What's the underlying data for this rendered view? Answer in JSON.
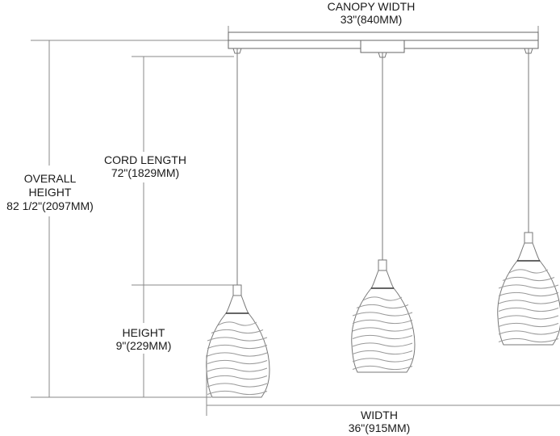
{
  "labels": {
    "canopy_width": {
      "title": "CANOPY WIDTH",
      "value": "33\"(840MM)"
    },
    "cord_length": {
      "title": "CORD LENGTH",
      "value": "72\"(1829MM)"
    },
    "overall_height": {
      "title_line1": "OVERALL",
      "title_line2": "HEIGHT",
      "value": "82 1/2\"(2097MM)"
    },
    "height": {
      "title": "HEIGHT",
      "value": "9\"(229MM)"
    },
    "width": {
      "title": "WIDTH",
      "value": "36\"(915MM)"
    }
  },
  "colors": {
    "line": "#777777",
    "text": "#1a1a1a"
  }
}
